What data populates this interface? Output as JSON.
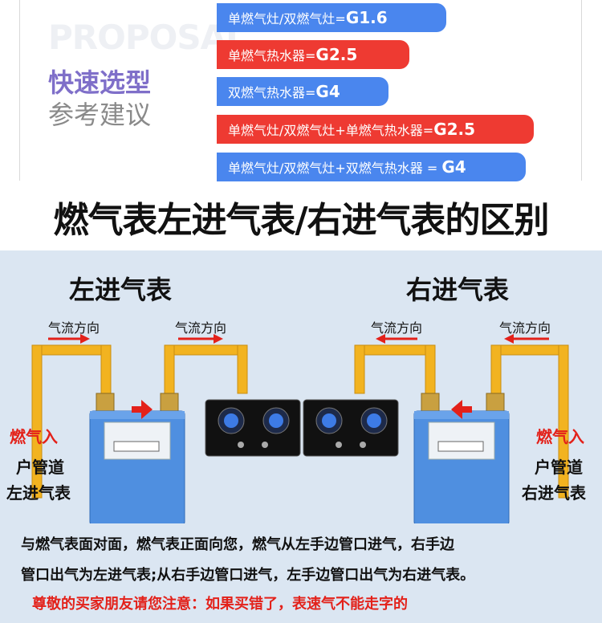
{
  "top": {
    "watermark": "PROPOSAL",
    "heading": "快速选型",
    "subheading": "参考建议",
    "options": [
      {
        "text": "单燃气灶/双燃气灶=",
        "value": "G1.6",
        "color": "#4a86ee"
      },
      {
        "text": "单燃气热水器=",
        "value": "G2.5",
        "color": "#ee3a32"
      },
      {
        "text": "双燃气热水器=",
        "value": "G4",
        "color": "#4a86ee"
      },
      {
        "text": "单燃气灶/双燃气灶+单燃气热水器=",
        "value": "G2.5",
        "color": "#ee3a32"
      },
      {
        "text": "单燃气灶/双燃气灶+双燃气热水器 = ",
        "value": "G4",
        "color": "#4a86ee"
      }
    ]
  },
  "title": "燃气表左进气表/右进气表的区别",
  "left": {
    "heading": "左进气表",
    "flow1": "气流方向",
    "flow2": "气流方向",
    "gas_in": "燃气入",
    "line1": "户管道",
    "line2": "左进气表"
  },
  "right": {
    "heading": "右进气表",
    "flow1": "气流方向",
    "flow2": "气流方向",
    "gas_in": "燃气入",
    "line1": "户管道",
    "line2": "右进气表"
  },
  "description": {
    "line1": "与燃气表面对面，燃气表正面向您，燃气从左手边管口进气，右手边",
    "line2": "管口出气为左进气表;从右手边管口进气，左手边管口出气为右进气表。"
  },
  "note": "尊敬的买家朋友请您注意：如果买错了，表速气不能走字的",
  "colors": {
    "pipe": "#f2b320",
    "meter": "#4f8fe0",
    "arrow": "#e3211a",
    "panel": "#dbe6f2"
  }
}
